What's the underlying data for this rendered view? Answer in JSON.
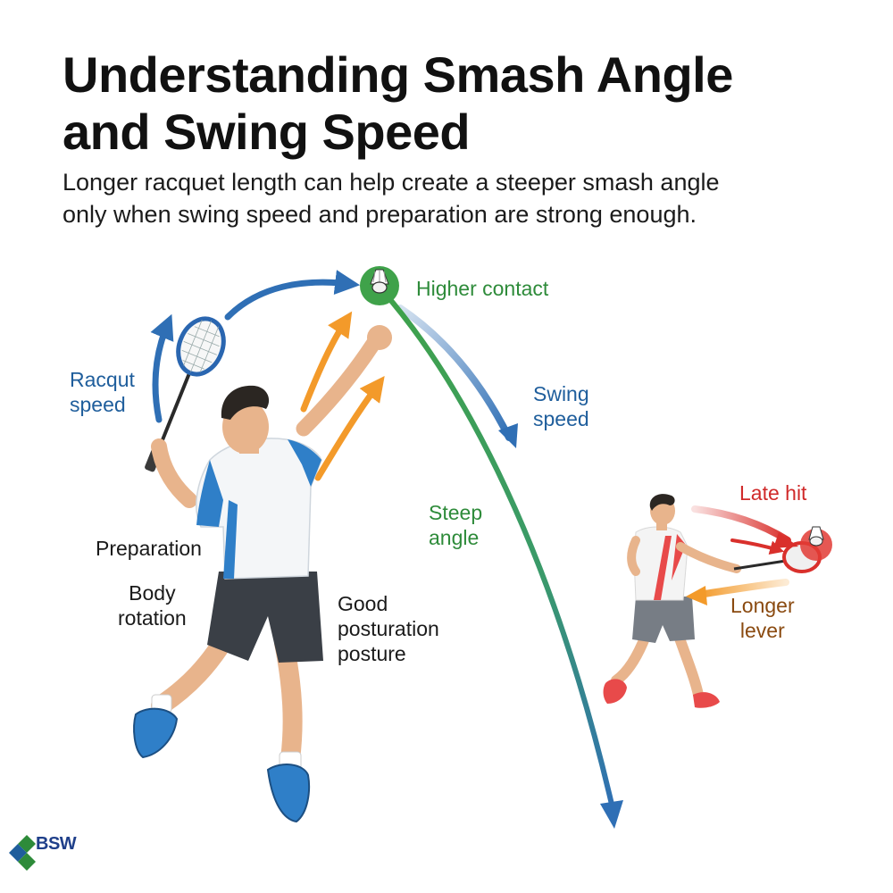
{
  "header": {
    "title_line1": "Understanding Smash Angle",
    "title_line2": "and Swing Speed",
    "subtitle_line1": "Longer racquet length can help create a steeper smash angle",
    "subtitle_line2": "only when swing speed and preparation are strong enough."
  },
  "labels": {
    "higher_contact": "Higher contact",
    "racquet_speed_1": "Racqut",
    "racquet_speed_2": "speed",
    "swing_speed_1": "Swing",
    "swing_speed_2": "speed",
    "steep_angle_1": "Steep",
    "steep_angle_2": "angle",
    "preparation": "Preparation",
    "body_rotation_1": "Body",
    "body_rotation_2": "rotation",
    "good_posture_1": "Good",
    "good_posture_2": "posturation",
    "good_posture_3": "posture",
    "late_hit": "Late hit",
    "longer_lever_1": "Longer",
    "longer_lever_2": "lever"
  },
  "logo": {
    "brand": "BSW"
  },
  "colors": {
    "blue_arrow": "#2f6fb5",
    "green_arc": "#3fa24a",
    "orange_arrow": "#f39a2a",
    "red_arrow": "#d9302c",
    "shirt_white": "#f4f6f8",
    "shirt_blue": "#2f7fc8",
    "shorts": "#3a3f46",
    "skin": "#e8b48c",
    "shoe_blue": "#2f7fc8"
  },
  "icons": [
    "shuttlecock-icon",
    "racquet-icon",
    "logo-icon"
  ]
}
